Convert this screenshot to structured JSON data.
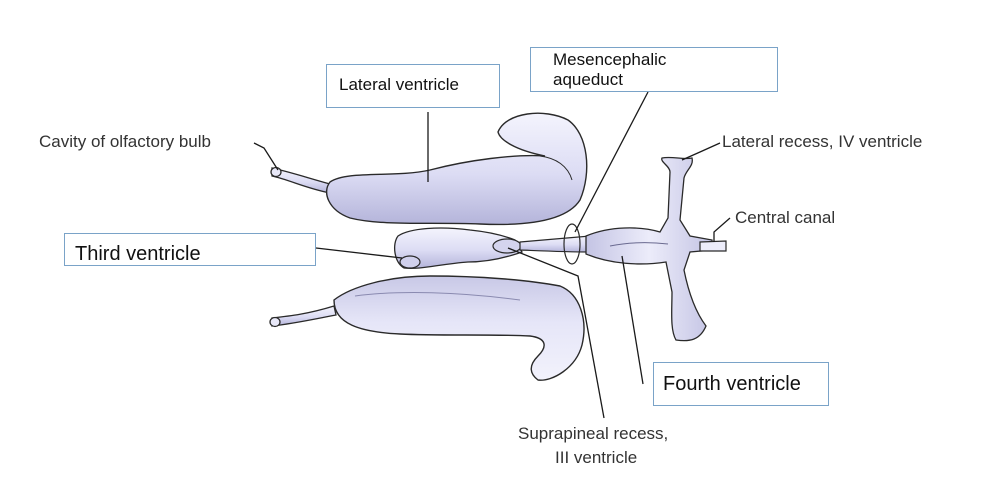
{
  "diagram": {
    "labels": {
      "lateral_ventricle": "Lateral ventricle",
      "mesencephalic_aqueduct_line1": "Mesencephalic",
      "mesencephalic_aqueduct_line2": "aqueduct",
      "cavity_olfactory_bulb": "Cavity of olfactory bulb",
      "lateral_recess": "Lateral recess, IV ventricle",
      "central_canal": "Central canal",
      "third_ventricle": "Third ventricle",
      "fourth_ventricle": "Fourth ventricle",
      "suprapineal_line1": "Suprapineal recess,",
      "suprapineal_line2": "III ventricle"
    },
    "colors": {
      "structure_fill": "#e4e4f8",
      "structure_shade": "#b8b8dc",
      "outline": "#2a2a2a",
      "box_border": "#7aa3c8"
    }
  }
}
